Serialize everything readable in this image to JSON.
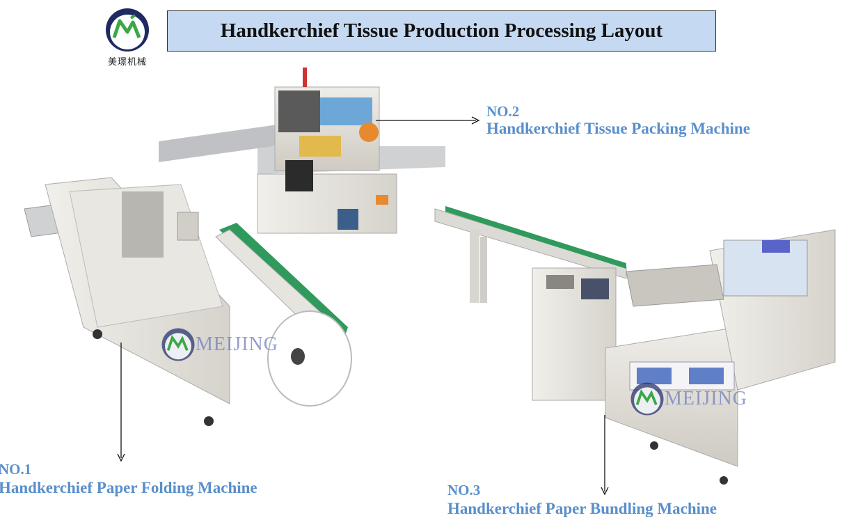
{
  "logo": {
    "icon": "meijing-logo",
    "text": "美璟机械"
  },
  "title": "Handkerchief Tissue Production Processing Layout",
  "machines": [
    {
      "number": "NO.1",
      "name": "Handkerchief Paper Folding Machine"
    },
    {
      "number": "NO.2",
      "name": "Handkerchief  Tissue Packing Machine"
    },
    {
      "number": "NO.3",
      "name": "Handkerchief Paper Bundling Machine"
    }
  ],
  "watermarks": [
    "MEIJING",
    "MEIJING"
  ],
  "colors": {
    "title_bg": "#c5daf2",
    "label": "#5a8fcb",
    "machine": "#e6e4df",
    "conveyor": "#2f9a5c"
  }
}
